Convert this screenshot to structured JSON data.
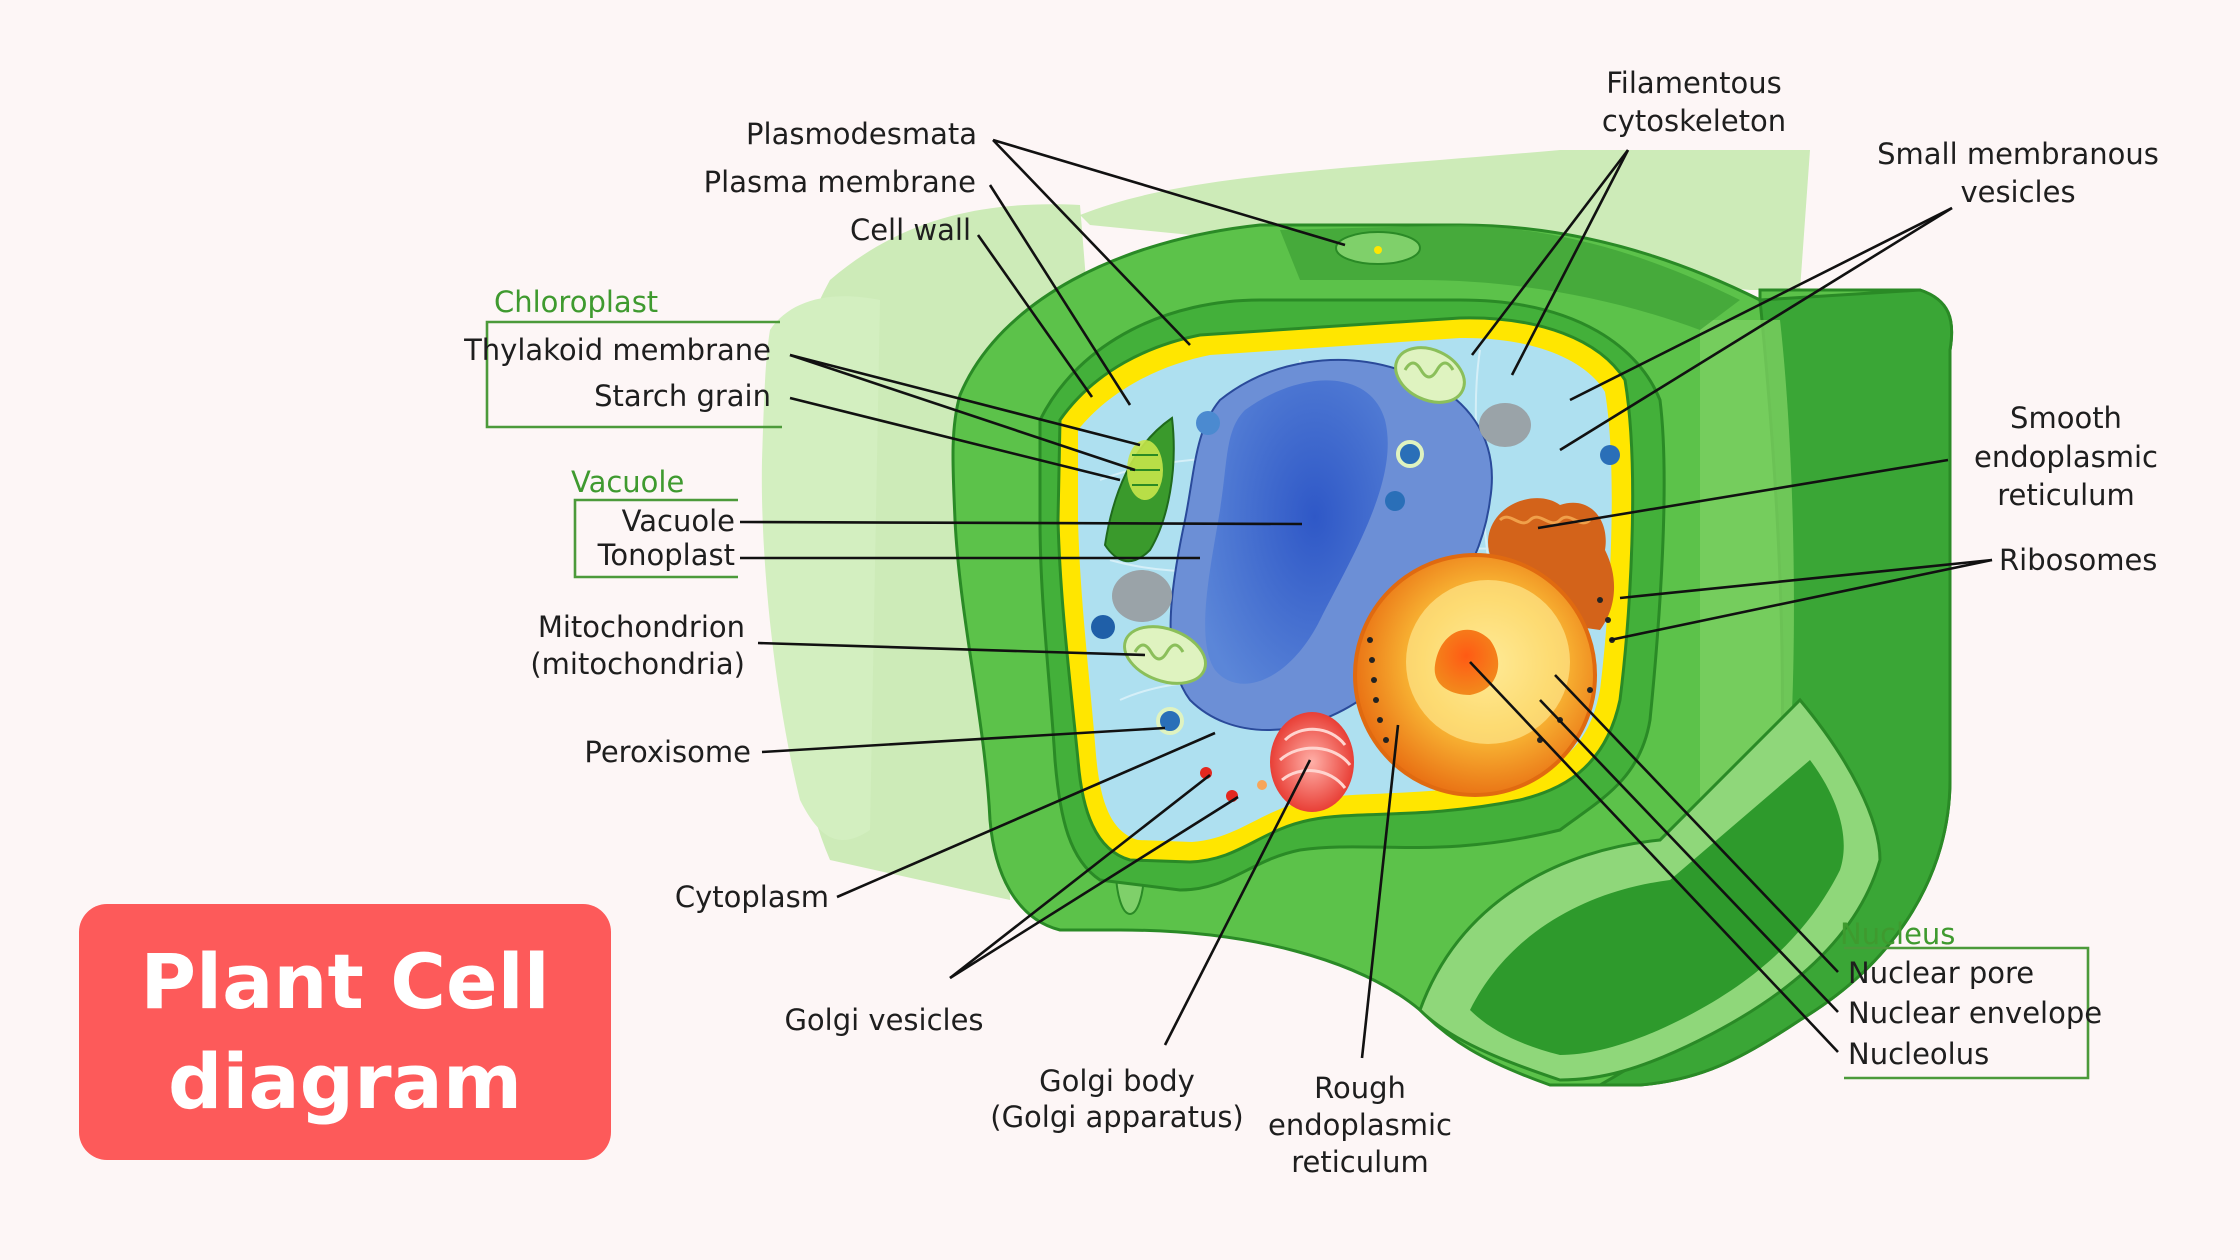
{
  "title": {
    "line1": "Plant Cell",
    "line2": "diagram"
  },
  "groups": {
    "chloroplast": "Chloroplast",
    "vacuole": "Vacuole",
    "nucleus": "Nucleus"
  },
  "labels": {
    "plasmodesmata": "Plasmodesmata",
    "plasma_membrane": "Plasma membrane",
    "cell_wall": "Cell wall",
    "thylakoid_membrane": "Thylakoid membrane",
    "starch_grain": "Starch grain",
    "vacuole": "Vacuole",
    "tonoplast": "Tonoplast",
    "mitochondrion_1": "Mitochondrion",
    "mitochondrion_2": "(mitochondria)",
    "peroxisome": "Peroxisome",
    "cytoplasm": "Cytoplasm",
    "golgi_vesicles": "Golgi vesicles",
    "golgi_body_1": "Golgi body",
    "golgi_body_2": "(Golgi apparatus)",
    "rough_er_1": "Rough",
    "rough_er_2": "endoplasmic",
    "rough_er_3": "reticulum",
    "filamentous_1": "Filamentous",
    "filamentous_2": "cytoskeleton",
    "small_vesicles_1": "Small membranous",
    "small_vesicles_2": "vesicles",
    "smooth_er_1": "Smooth",
    "smooth_er_2": "endoplasmic",
    "smooth_er_3": "reticulum",
    "ribosomes": "Ribosomes",
    "nuclear_pore": "Nuclear pore",
    "nuclear_envelope": "Nuclear envelope",
    "nucleolus": "Nucleolus"
  },
  "colors": {
    "background": "#fdf6f6",
    "title_box": "#fd5a5a",
    "cell_wall": "#4fbf40",
    "cell_wall_dark": "#2f9a2b",
    "membrane": "#ffe600",
    "cytoplasm": "#aee0f0",
    "vacuole": "#2f57b8",
    "nucleus": "#f9a11a",
    "golgi": "#e83a2e",
    "group_text": "#3f9a2f"
  }
}
